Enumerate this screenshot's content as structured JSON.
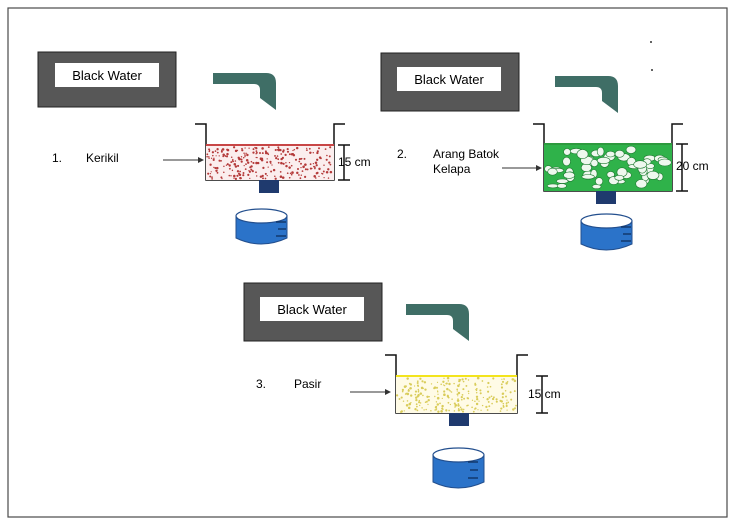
{
  "source_label": "Black Water",
  "units": [
    {
      "index": "1.",
      "medium": "Kerikil",
      "medium_lines": [
        "Kerikil"
      ],
      "depth": "15 cm",
      "fill_color": "#fbeeee",
      "dot_color": "#b43a3a",
      "top_color": "#c84646"
    },
    {
      "index": "2.",
      "medium": "Arang Batok Kelapa",
      "medium_lines": [
        "Arang Batok",
        "Kelapa"
      ],
      "depth": "20 cm",
      "fill_color": "#2fb24a",
      "dot_color": "#eef8ee",
      "top_color": "#2d9a3e"
    },
    {
      "index": "3.",
      "medium": "Pasir",
      "medium_lines": [
        "Pasir"
      ],
      "depth": "15 cm",
      "fill_color": "#fffbe6",
      "dot_color": "#d9cc5a",
      "top_color": "#f3e41c"
    }
  ],
  "colors": {
    "box_fill": "#575757",
    "pipe": "#3f6e66",
    "beaker_water": "#2b73c9",
    "beaker_dark": "#234f8e",
    "outlet": "#1f3a6e",
    "border": "#4a4a4a"
  },
  "icons": {
    "pipe": "elbow-pipe-icon",
    "beaker": "beaker-icon",
    "arrow": "arrow-right-icon"
  }
}
